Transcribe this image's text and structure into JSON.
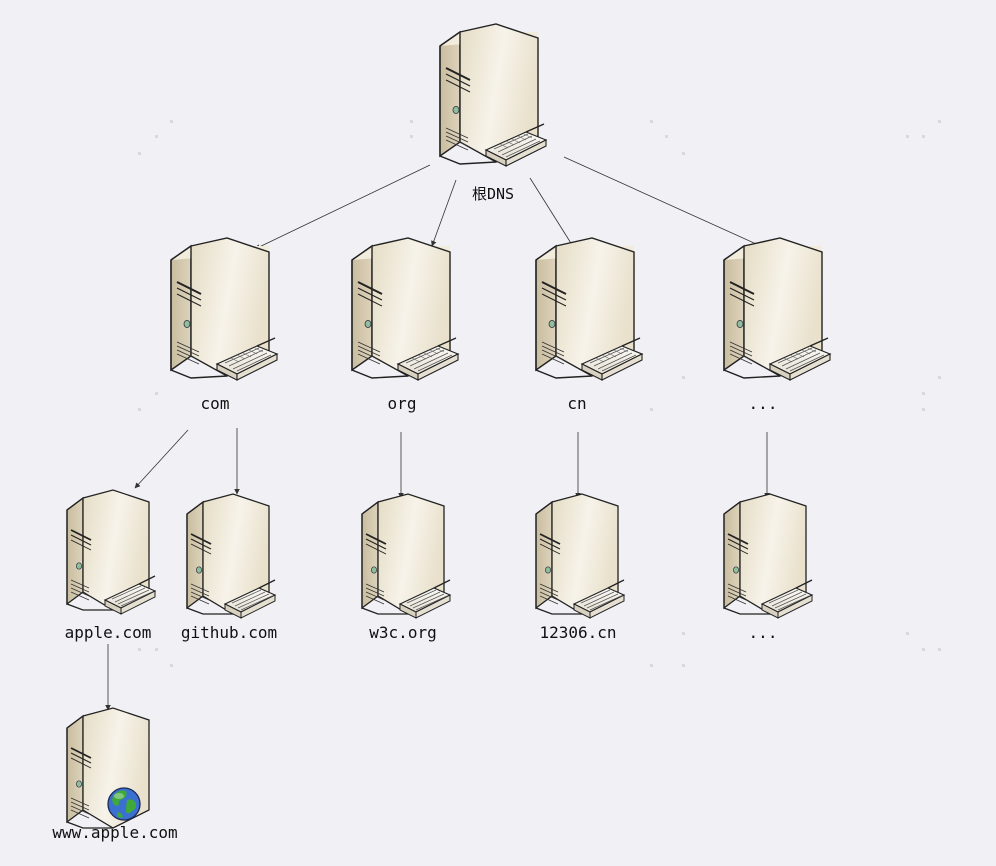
{
  "nodes": {
    "root": {
      "label": "根DNS",
      "icon": "server-icon"
    },
    "tld_com": {
      "label": "com",
      "icon": "server-icon"
    },
    "tld_org": {
      "label": "org",
      "icon": "server-icon"
    },
    "tld_cn": {
      "label": "cn",
      "icon": "server-icon"
    },
    "tld_more": {
      "label": "...",
      "icon": "server-icon"
    },
    "apple": {
      "label": "apple.com",
      "icon": "server-icon"
    },
    "github": {
      "label": "github.com",
      "icon": "server-icon"
    },
    "w3c": {
      "label": "w3c.org",
      "icon": "server-icon"
    },
    "cn12306": {
      "label": "12306.cn",
      "icon": "server-icon"
    },
    "more2": {
      "label": "...",
      "icon": "server-icon"
    },
    "www_apple": {
      "label": "www.apple.com",
      "icon": "web-server-globe-icon"
    }
  },
  "edges": [
    [
      "root",
      "tld_com"
    ],
    [
      "root",
      "tld_org"
    ],
    [
      "root",
      "tld_cn"
    ],
    [
      "root",
      "tld_more"
    ],
    [
      "tld_com",
      "apple"
    ],
    [
      "tld_com",
      "github"
    ],
    [
      "tld_org",
      "w3c"
    ],
    [
      "tld_cn",
      "cn12306"
    ],
    [
      "tld_more",
      "more2"
    ],
    [
      "apple",
      "www_apple"
    ]
  ],
  "colors": {
    "background": "#f1f0f5",
    "server_body": "#ece4d0",
    "server_side": "#cfc4a8",
    "edge": "#333333",
    "globe_ocean": "#3b6fd0",
    "globe_land": "#3faa3a"
  }
}
